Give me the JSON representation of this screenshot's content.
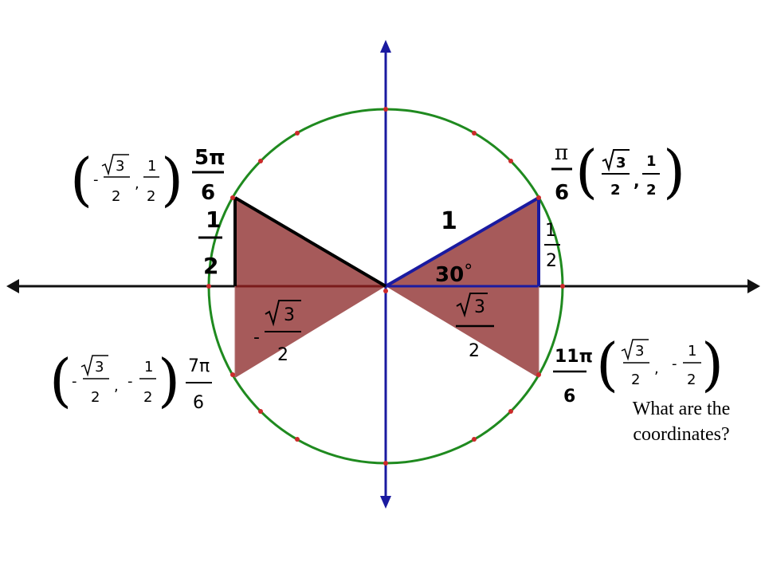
{
  "colors": {
    "circle": "#1f8a1f",
    "axes": "#1a1aa0",
    "fill": "#a65a5a",
    "dots": "#cc2a2a",
    "triangle_edge": "#000000",
    "highlight_edge": "#1a1aa0"
  },
  "angle_label": "30",
  "degree_symbol": "°",
  "hypotenuse_label": "1",
  "legs": {
    "vertical": {
      "numerator": "1",
      "denominator": "2"
    },
    "horizontal_pos": {
      "numerator": "3",
      "denominator": "2"
    },
    "horizontal_neg": {
      "sign": "-",
      "numerator": "3",
      "denominator": "2"
    }
  },
  "points": {
    "q1": {
      "angle_num": "π",
      "angle_den": "6",
      "x_num": "3",
      "x_den": "2",
      "y_num": "1",
      "y_den": "2"
    },
    "q2": {
      "angle_num": "5π",
      "angle_den": "6",
      "x_sign": "-",
      "x_num": "3",
      "x_den": "2",
      "y_num": "1",
      "y_den": "2"
    },
    "q3": {
      "angle_num": "7π",
      "angle_den": "6",
      "x_sign": "-",
      "x_num": "3",
      "x_den": "2",
      "y_sign": "-",
      "y_num": "1",
      "y_den": "2"
    },
    "q4": {
      "angle_num": "11π",
      "angle_den": "6",
      "x_num": "3",
      "x_den": "2",
      "y_sign": "-",
      "y_num": "1",
      "y_den": "2"
    }
  },
  "comma": ",",
  "question_line1": "What are the",
  "question_line2": "coordinates?"
}
